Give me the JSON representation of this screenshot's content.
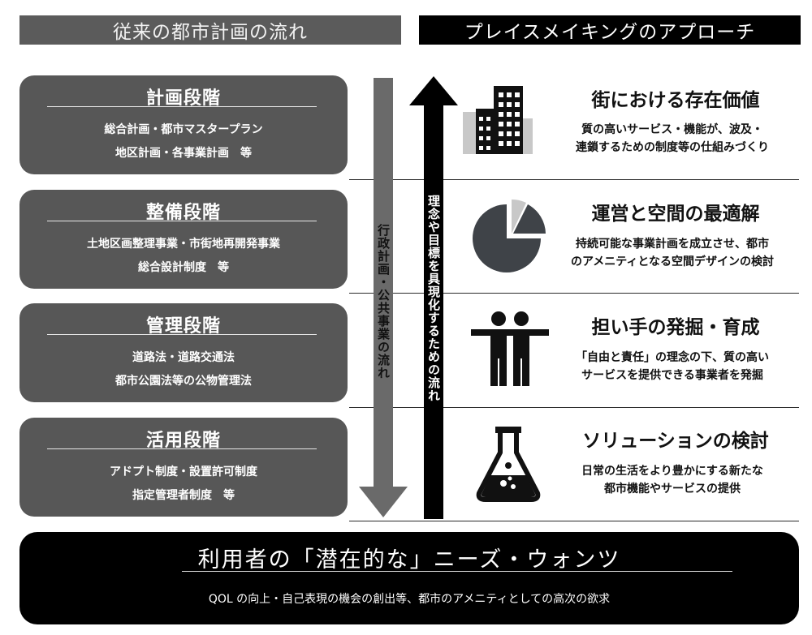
{
  "headers": {
    "left": "従来の都市計画の流れ",
    "right": "プレイスメイキングのアプローチ"
  },
  "stages": [
    {
      "title": "計画段階",
      "line1": "総合計画・都市マスタープラン",
      "line2": "地区計画・各事業計画　等"
    },
    {
      "title": "整備段階",
      "line1": "土地区画整理事業・市街地再開発事業",
      "line2": "総合設計制度　等"
    },
    {
      "title": "管理段階",
      "line1": "道路法・道路交通法",
      "line2": "都市公園法等の公物管理法"
    },
    {
      "title": "活用段階",
      "line1": "アドプト制度・設置許可制度",
      "line2": "指定管理者制度　等"
    }
  ],
  "arrows": {
    "down_label": "行政計画・公共事業の流れ",
    "up_label": "理念や目標を具現化するための流れ"
  },
  "approaches": [
    {
      "title": "街における存在価値",
      "line1": "質の高いサービス・機能が、波及・",
      "line2": "連鎖するための制度等の仕組みづくり",
      "icon": "buildings-icon"
    },
    {
      "title": "運営と空間の最適解",
      "line1": "持続可能な事業計画を成立させ、都市",
      "line2": "のアメニティとなる空間デザインの検討",
      "icon": "pie-chart-icon"
    },
    {
      "title": "担い手の発掘・育成",
      "line1": "「自由と責任」の理念の下、質の高い",
      "line2": "サービスを提供できる事業者を発掘",
      "icon": "people-icon"
    },
    {
      "title": "ソリューションの検討",
      "line1": "日常の生活をより豊かにする新たな",
      "line2": "都市機能やサービスの提供",
      "icon": "flask-icon"
    }
  ],
  "bottom": {
    "title": "利用者の「潜在的な」ニーズ・ウォンツ",
    "subtitle": "QOL の向上・自己表現の機会の創出等、都市のアメニティとしての高次の欲求"
  },
  "colors": {
    "stage_box": "#575757",
    "header_left": "#5b5b5b",
    "header_right": "#000000",
    "arrow_down": "#6a6a6a",
    "arrow_up": "#000000",
    "bottom_box": "#000000"
  }
}
